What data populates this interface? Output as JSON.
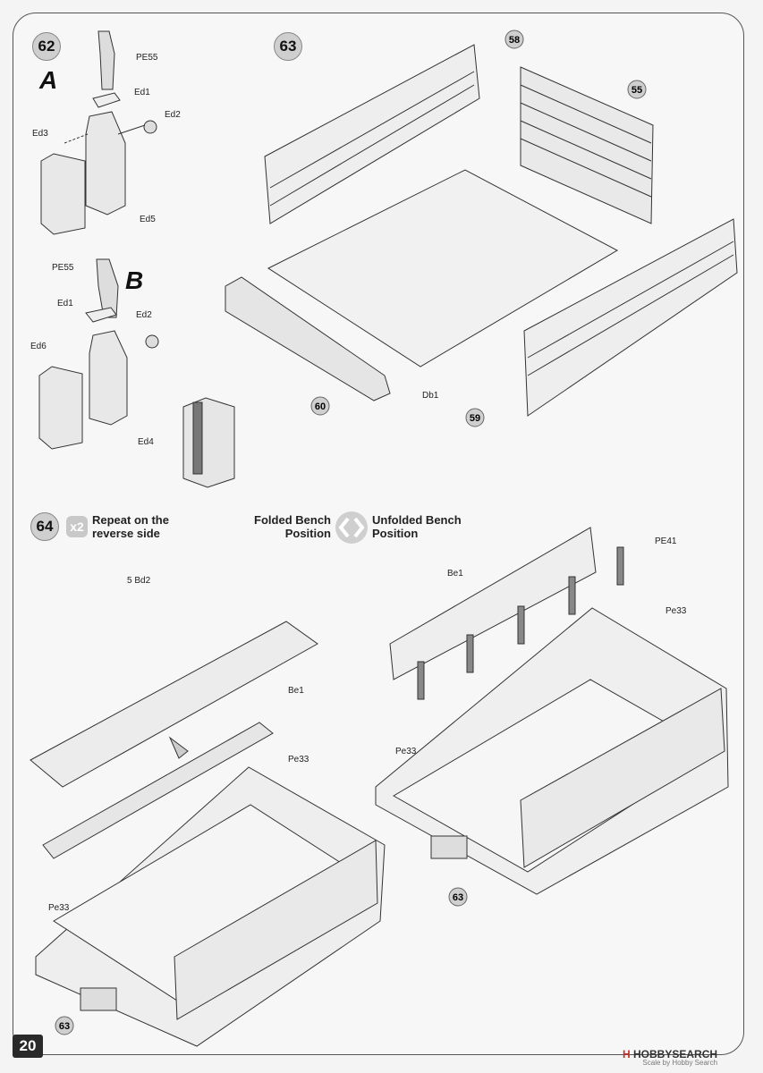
{
  "page_number": "20",
  "watermark": {
    "brand": "H",
    "text": "HOBBYSEARCH",
    "sub": "Scale by  Hobby Search"
  },
  "steps": {
    "s62": {
      "num": "62",
      "letter_a": "A",
      "letter_b": "B"
    },
    "s63": {
      "num": "63"
    },
    "s64": {
      "num": "64",
      "x2": "x2",
      "repeat": "Repeat on the reverse side",
      "folded": "Folded Bench Position",
      "unfolded": "Unfolded Bench Position"
    }
  },
  "parts": {
    "pe55_a": "PE55",
    "ed1_a": "Ed1",
    "ed2_a": "Ed2",
    "ed3": "Ed3",
    "ed5": "Ed5",
    "pe55_b": "PE55",
    "ed1_b": "Ed1",
    "ed2_b": "Ed2",
    "ed6": "Ed6",
    "ed4": "Ed4",
    "p58": "58",
    "p55": "55",
    "p60": "60",
    "p59": "59",
    "db1": "Db1",
    "bd2": "5 Bd2",
    "be1_left": "Be1",
    "pe33_1": "Pe33",
    "pe33_2": "Pe33",
    "p63_left": "63",
    "be1_right": "Be1",
    "pe41": "PE41",
    "pe33_3": "Pe33",
    "pe33_4": "Pe33",
    "p63_right": "63"
  }
}
